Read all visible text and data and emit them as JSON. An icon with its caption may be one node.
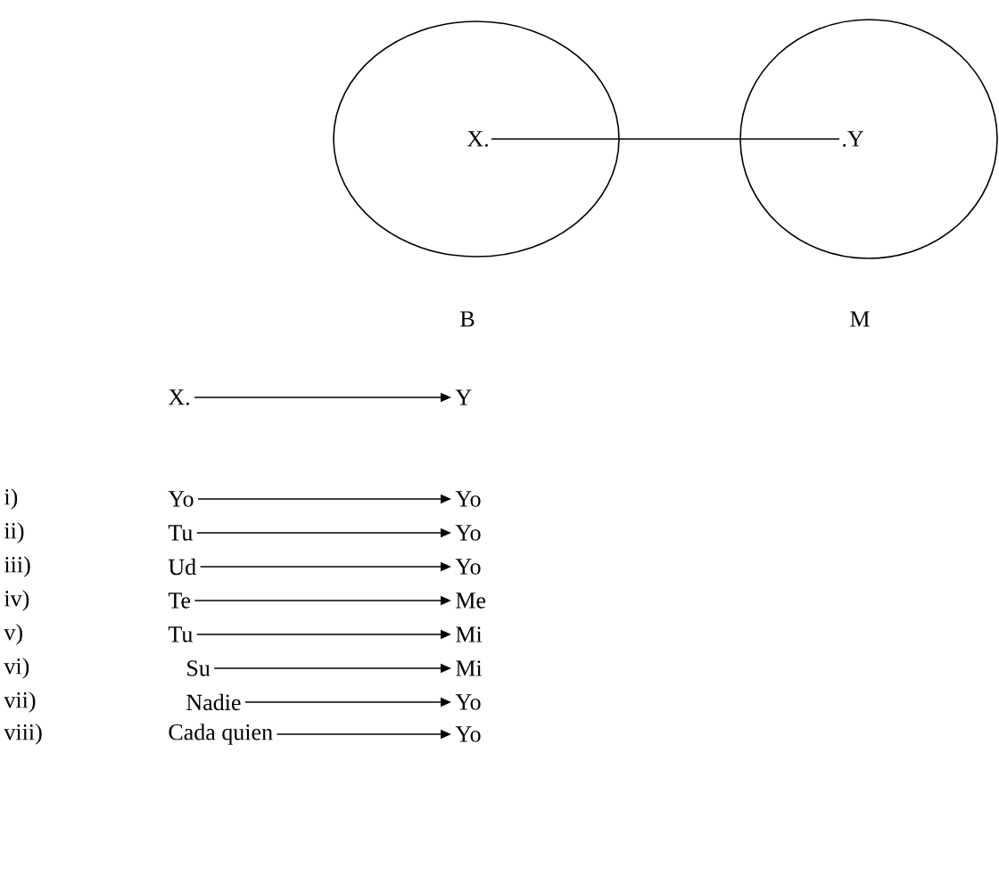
{
  "diagram": {
    "nodes": [
      {
        "text": [],
        "shape": "circle",
        "beside": [
          "B"
        ]
      },
      {
        "text": [],
        "shape": "circle",
        "beside": [
          "M"
        ]
      },
      {
        "text": [
          "X."
        ],
        "in": 0
      },
      {
        "text": [
          ".Y"
        ],
        "in": 1
      },
      {
        "text": [
          "X."
        ]
      },
      {
        "text": [
          "Y"
        ]
      },
      {
        "text": [
          "Yo"
        ]
      },
      {
        "text": [
          "Yo"
        ]
      },
      {
        "text": [
          "Tu"
        ]
      },
      {
        "text": [
          "Yo"
        ]
      },
      {
        "text": [
          "Ud"
        ]
      },
      {
        "text": [
          "Yo"
        ]
      },
      {
        "text": [
          "Te"
        ]
      },
      {
        "text": [
          "Me"
        ]
      },
      {
        "text": [
          "Tu"
        ]
      },
      {
        "text": [
          "Mi"
        ]
      },
      {
        "text": [
          "Su"
        ]
      },
      {
        "text": [
          "Mi"
        ]
      },
      {
        "text": [
          "Nadie"
        ]
      },
      {
        "text": [
          "Yo"
        ]
      },
      {
        "text": [
          "Cada quien"
        ]
      },
      {
        "text": [
          "Yo"
        ]
      }
    ],
    "edges": [
      {
        "from": 2,
        "to": 3,
        "arrow": "none"
      },
      {
        "from": 4,
        "to": 5,
        "arrow": "to"
      },
      {
        "from": 6,
        "to": 7,
        "arrow": "to"
      },
      {
        "from": 8,
        "to": 9,
        "arrow": "to"
      },
      {
        "from": 10,
        "to": 11,
        "arrow": "to"
      },
      {
        "from": 12,
        "to": 13,
        "arrow": "to"
      },
      {
        "from": 14,
        "to": 15,
        "arrow": "to"
      },
      {
        "from": 16,
        "to": 17,
        "arrow": "to"
      },
      {
        "from": 18,
        "to": 19,
        "arrow": "to"
      },
      {
        "from": 20,
        "to": 21,
        "arrow": "to"
      }
    ],
    "labels": [
      "i)",
      "ii)",
      "iii)",
      "iv)",
      "v)",
      "vi)",
      "vii)",
      "viii)"
    ]
  }
}
